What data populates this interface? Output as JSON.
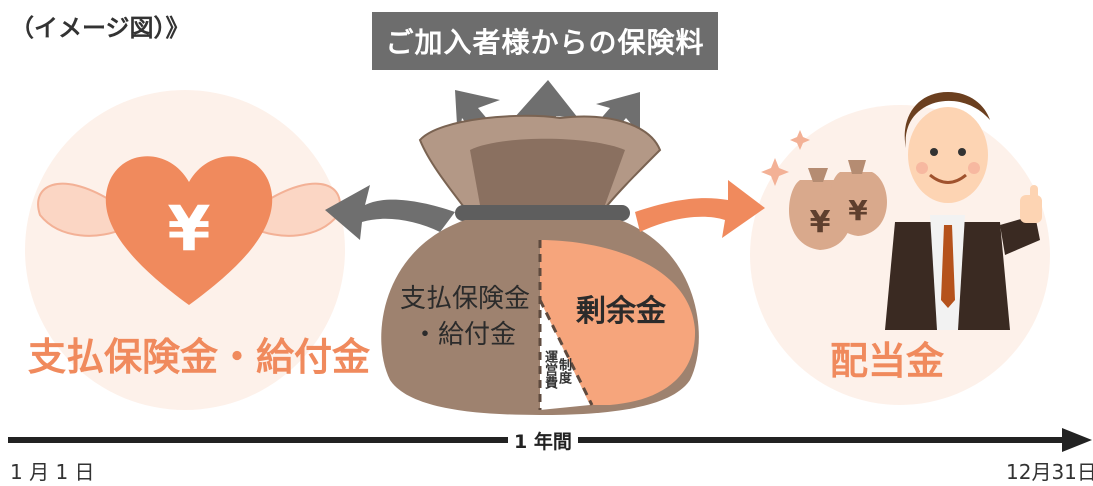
{
  "caption": "（イメージ図）》",
  "premium_banner": "ご加入者様からの保険料",
  "left_panel": {
    "label": "支払保険金・給付金",
    "icon": "heart-yen-with-wings"
  },
  "bag": {
    "left_line1": "支払保険金",
    "left_line2": "・給付金",
    "surplus": "剰余金",
    "ops_a": "運営費",
    "ops_b": "制度"
  },
  "right_panel": {
    "label": "配当金",
    "icon": "businessman-with-money-bags"
  },
  "timeline": {
    "period": "1 年間",
    "start": "1 月 1 日",
    "end": "12月31日"
  },
  "colors": {
    "orange": "#f08a5d",
    "salmon": "#f6a57c",
    "bag_brown": "#9e826f",
    "arrow_gray": "#6f6f6f",
    "banner_gray": "#6d6d6d"
  }
}
